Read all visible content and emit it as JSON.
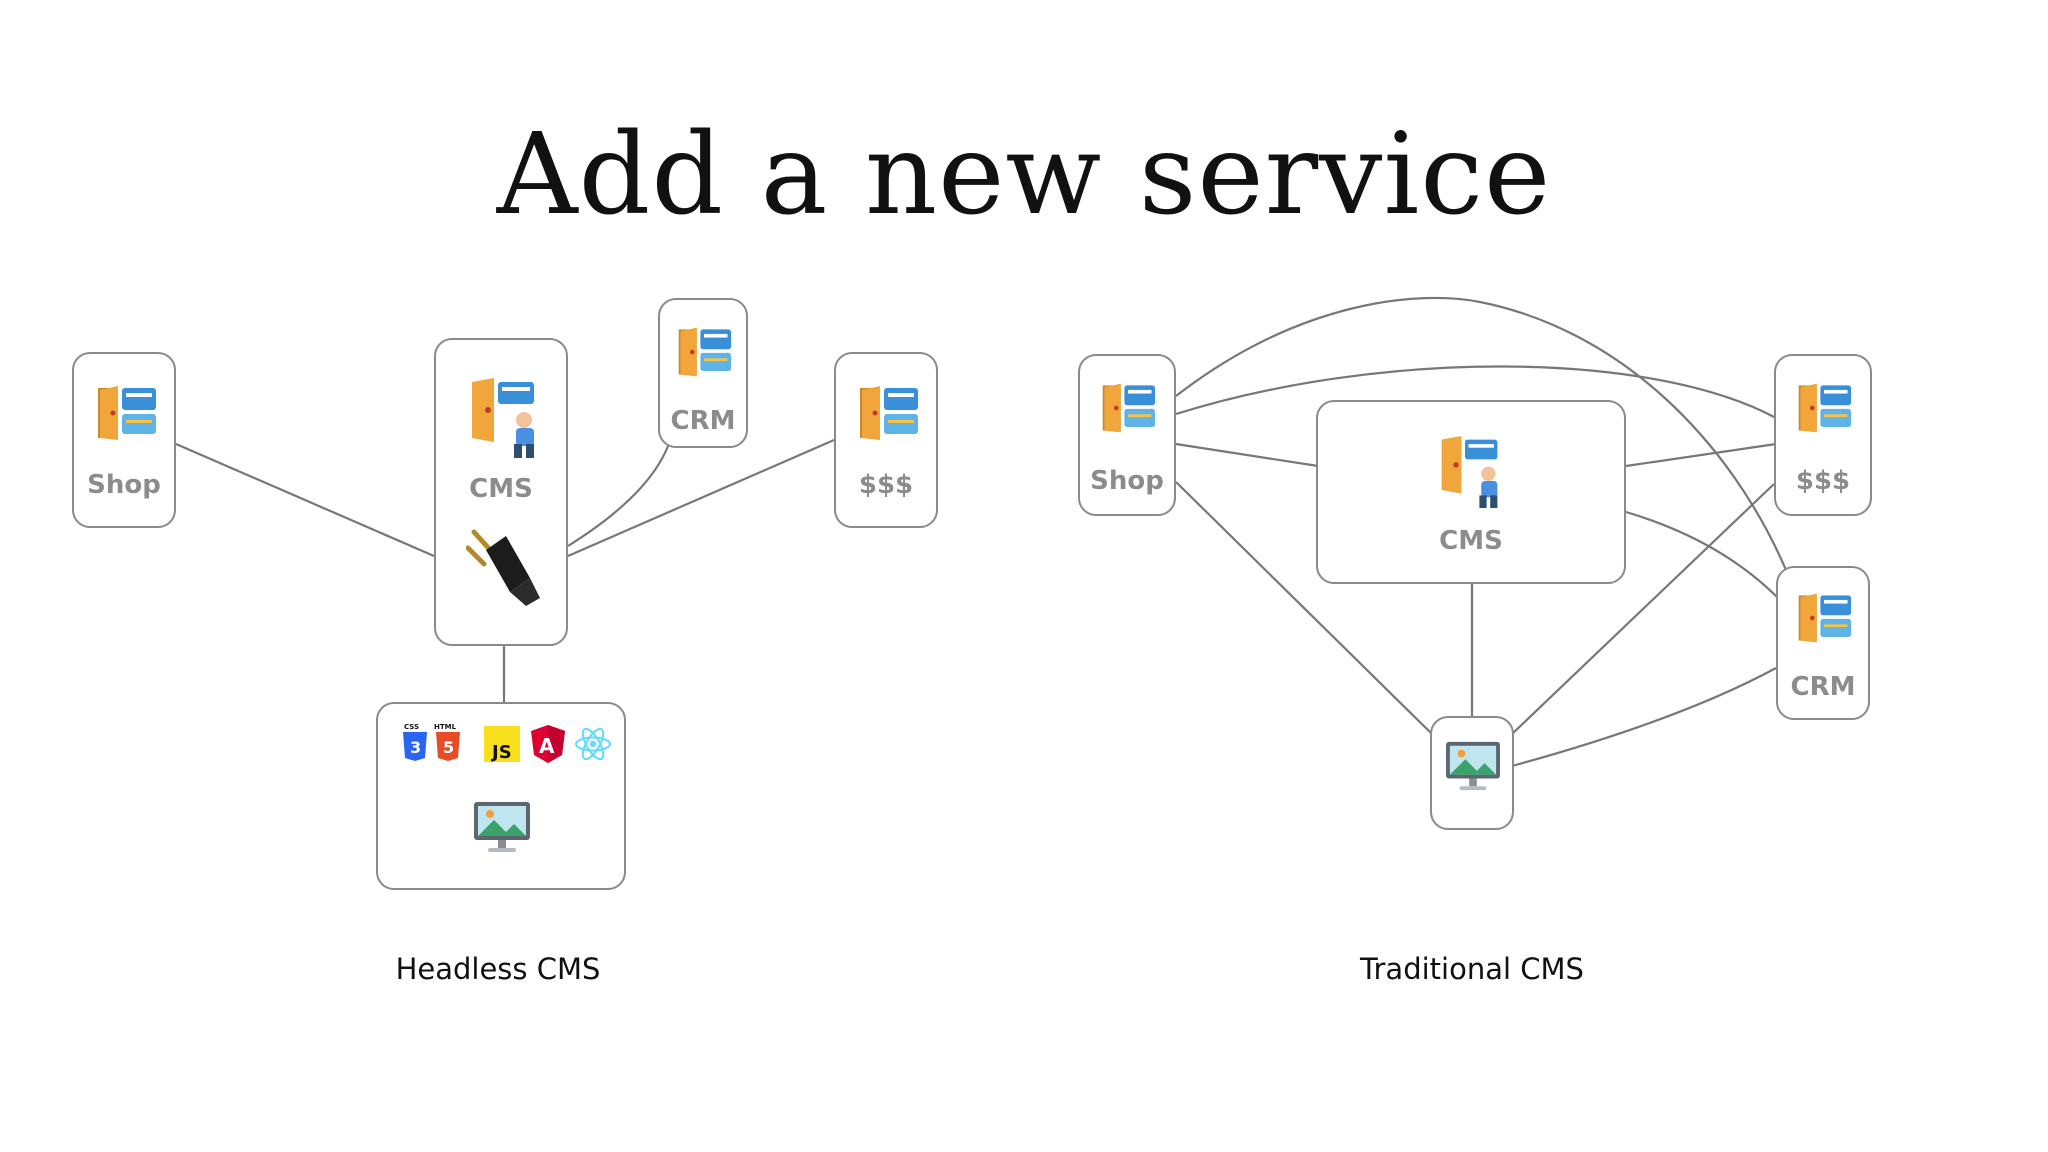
{
  "slide": {
    "title": "Add a new service"
  },
  "headless": {
    "caption": "Headless CMS",
    "shop_label": "Shop",
    "cms_label": "CMS",
    "crm_label": "CRM",
    "payments_label": "$$$",
    "frontend_icons": [
      "css3-icon",
      "html5-icon",
      "javascript-icon",
      "angular-icon",
      "react-icon",
      "monitor-icon"
    ]
  },
  "traditional": {
    "caption": "Traditional CMS",
    "shop_label": "Shop",
    "cms_label": "CMS",
    "payments_label": "$$$",
    "crm_label": "CRM"
  },
  "colors": {
    "line": "#777777",
    "border": "#8a8a8a",
    "label": "#8c8c8c"
  }
}
